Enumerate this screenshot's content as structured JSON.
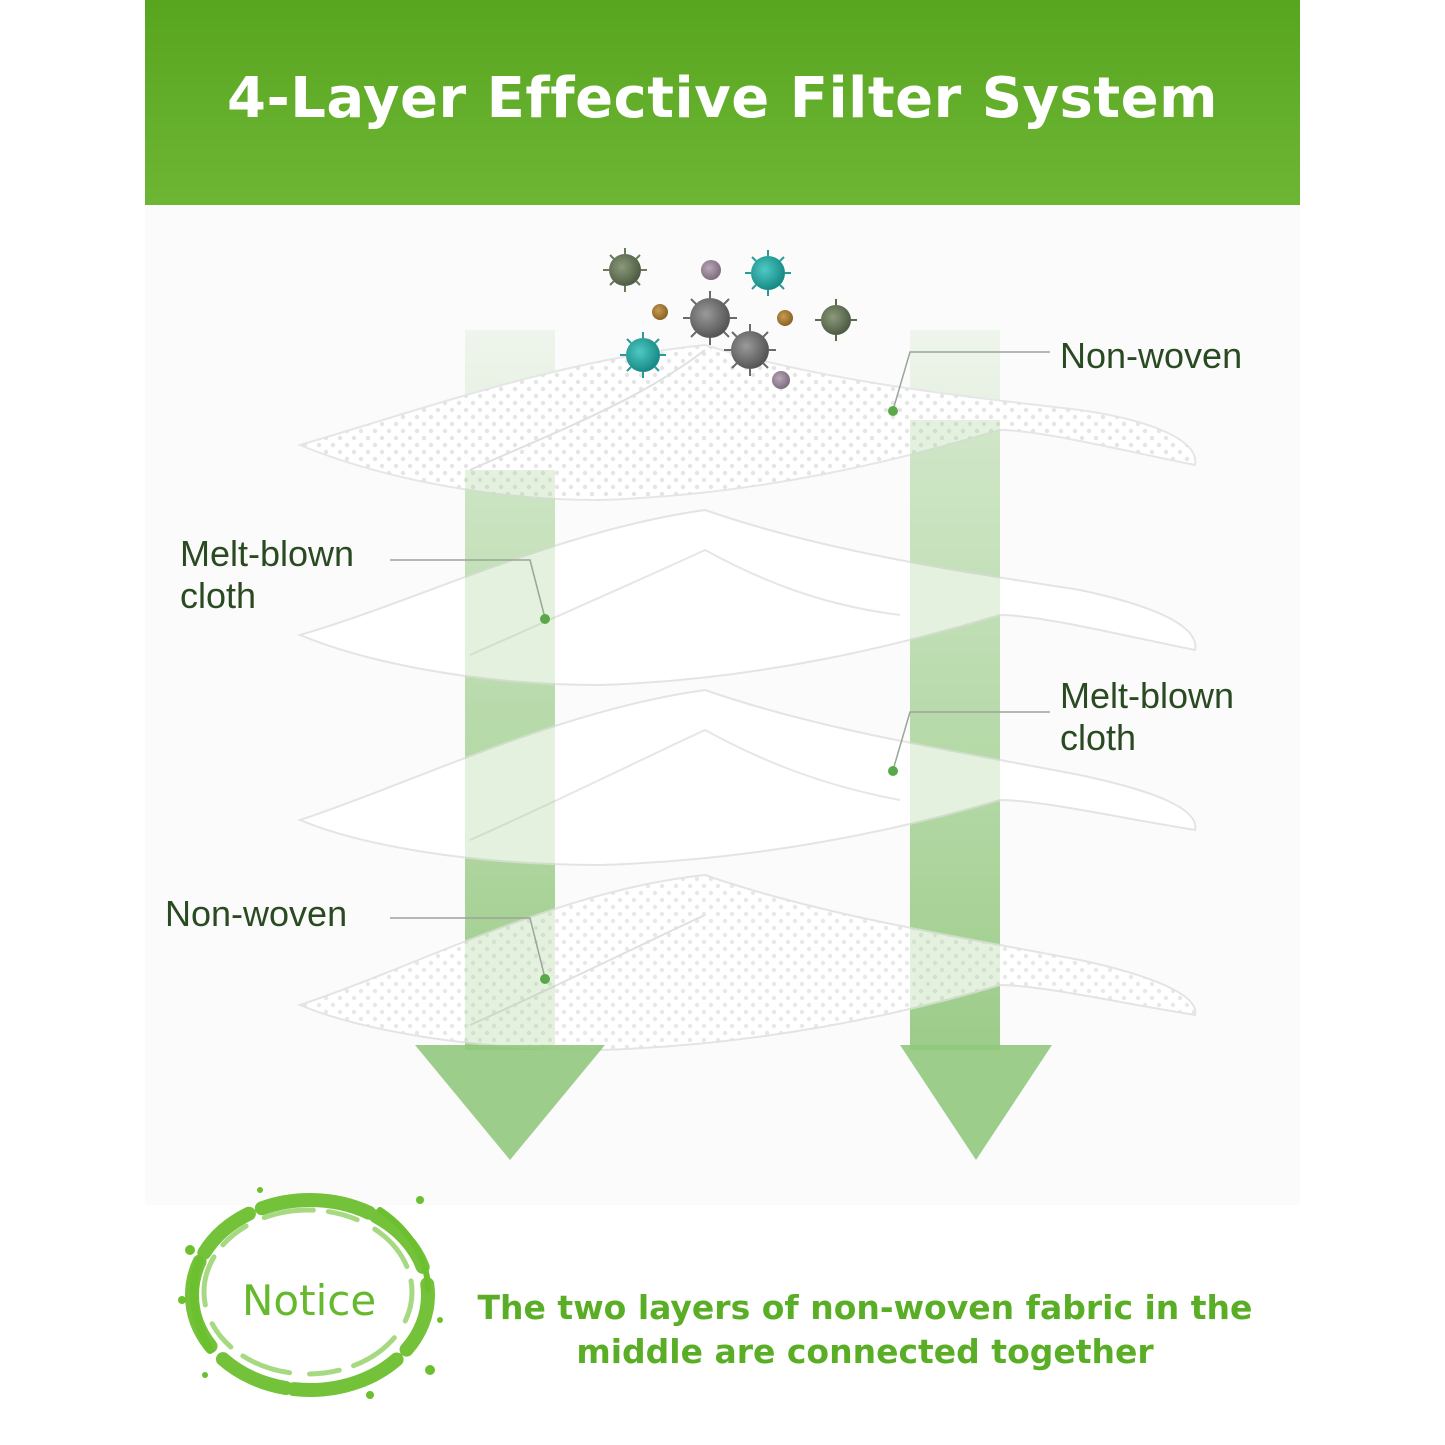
{
  "header": {
    "title": "4-Layer Effective Filter System"
  },
  "layers": [
    {
      "label": "Non-woven",
      "side": "right"
    },
    {
      "label": "Melt-blown cloth",
      "side": "left"
    },
    {
      "label": "Melt-blown cloth",
      "side": "right"
    },
    {
      "label": "Non-woven",
      "side": "left"
    }
  ],
  "labels": {
    "non_woven_top": "Non-woven",
    "melt_blown_left_1": "Melt-blown",
    "melt_blown_left_2": "cloth",
    "melt_blown_right_1": "Melt-blown",
    "melt_blown_right_2": "cloth",
    "non_woven_bottom": "Non-woven"
  },
  "notice": {
    "stamp": "Notice",
    "text_line1": "The two layers of non-woven fabric in the",
    "text_line2": "middle are connected together"
  },
  "colors": {
    "banner": "#5ea823",
    "arrow": "#8fc77a",
    "leader_dot": "#5aa84a",
    "notice_green": "#5aae25"
  },
  "icons": [
    "virus-particle-icon",
    "down-arrow-icon",
    "notice-stamp-icon"
  ]
}
